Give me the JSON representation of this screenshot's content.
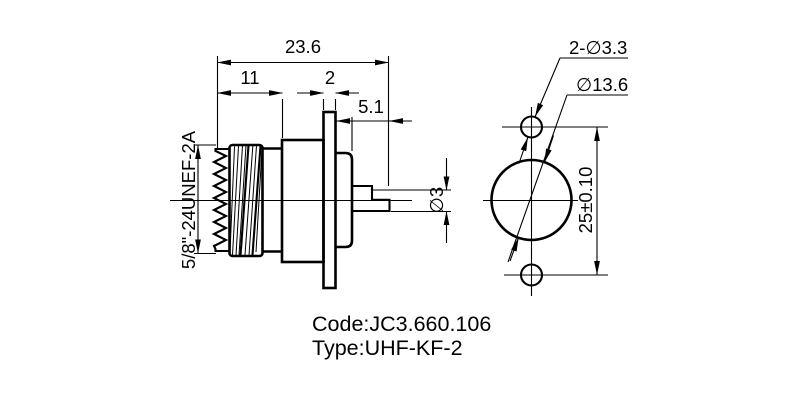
{
  "drawing": {
    "side_view": {
      "thread_spec": "5/8\"-24UNEF-2A",
      "overall_length": "23.6",
      "thread_section_length": "11",
      "flange_thickness": "2",
      "rear_projection_length": "5.1",
      "pin_diameter": "∅3"
    },
    "front_view": {
      "mounting_holes": "2-∅3.3",
      "body_diameter": "∅13.6",
      "hole_spacing": "25±0.10"
    },
    "title": {
      "code": "Code:JC3.660.106",
      "type": "Type:UHF-KF-2"
    },
    "colors": {
      "line_color": "#000000",
      "background": "#ffffff"
    }
  }
}
